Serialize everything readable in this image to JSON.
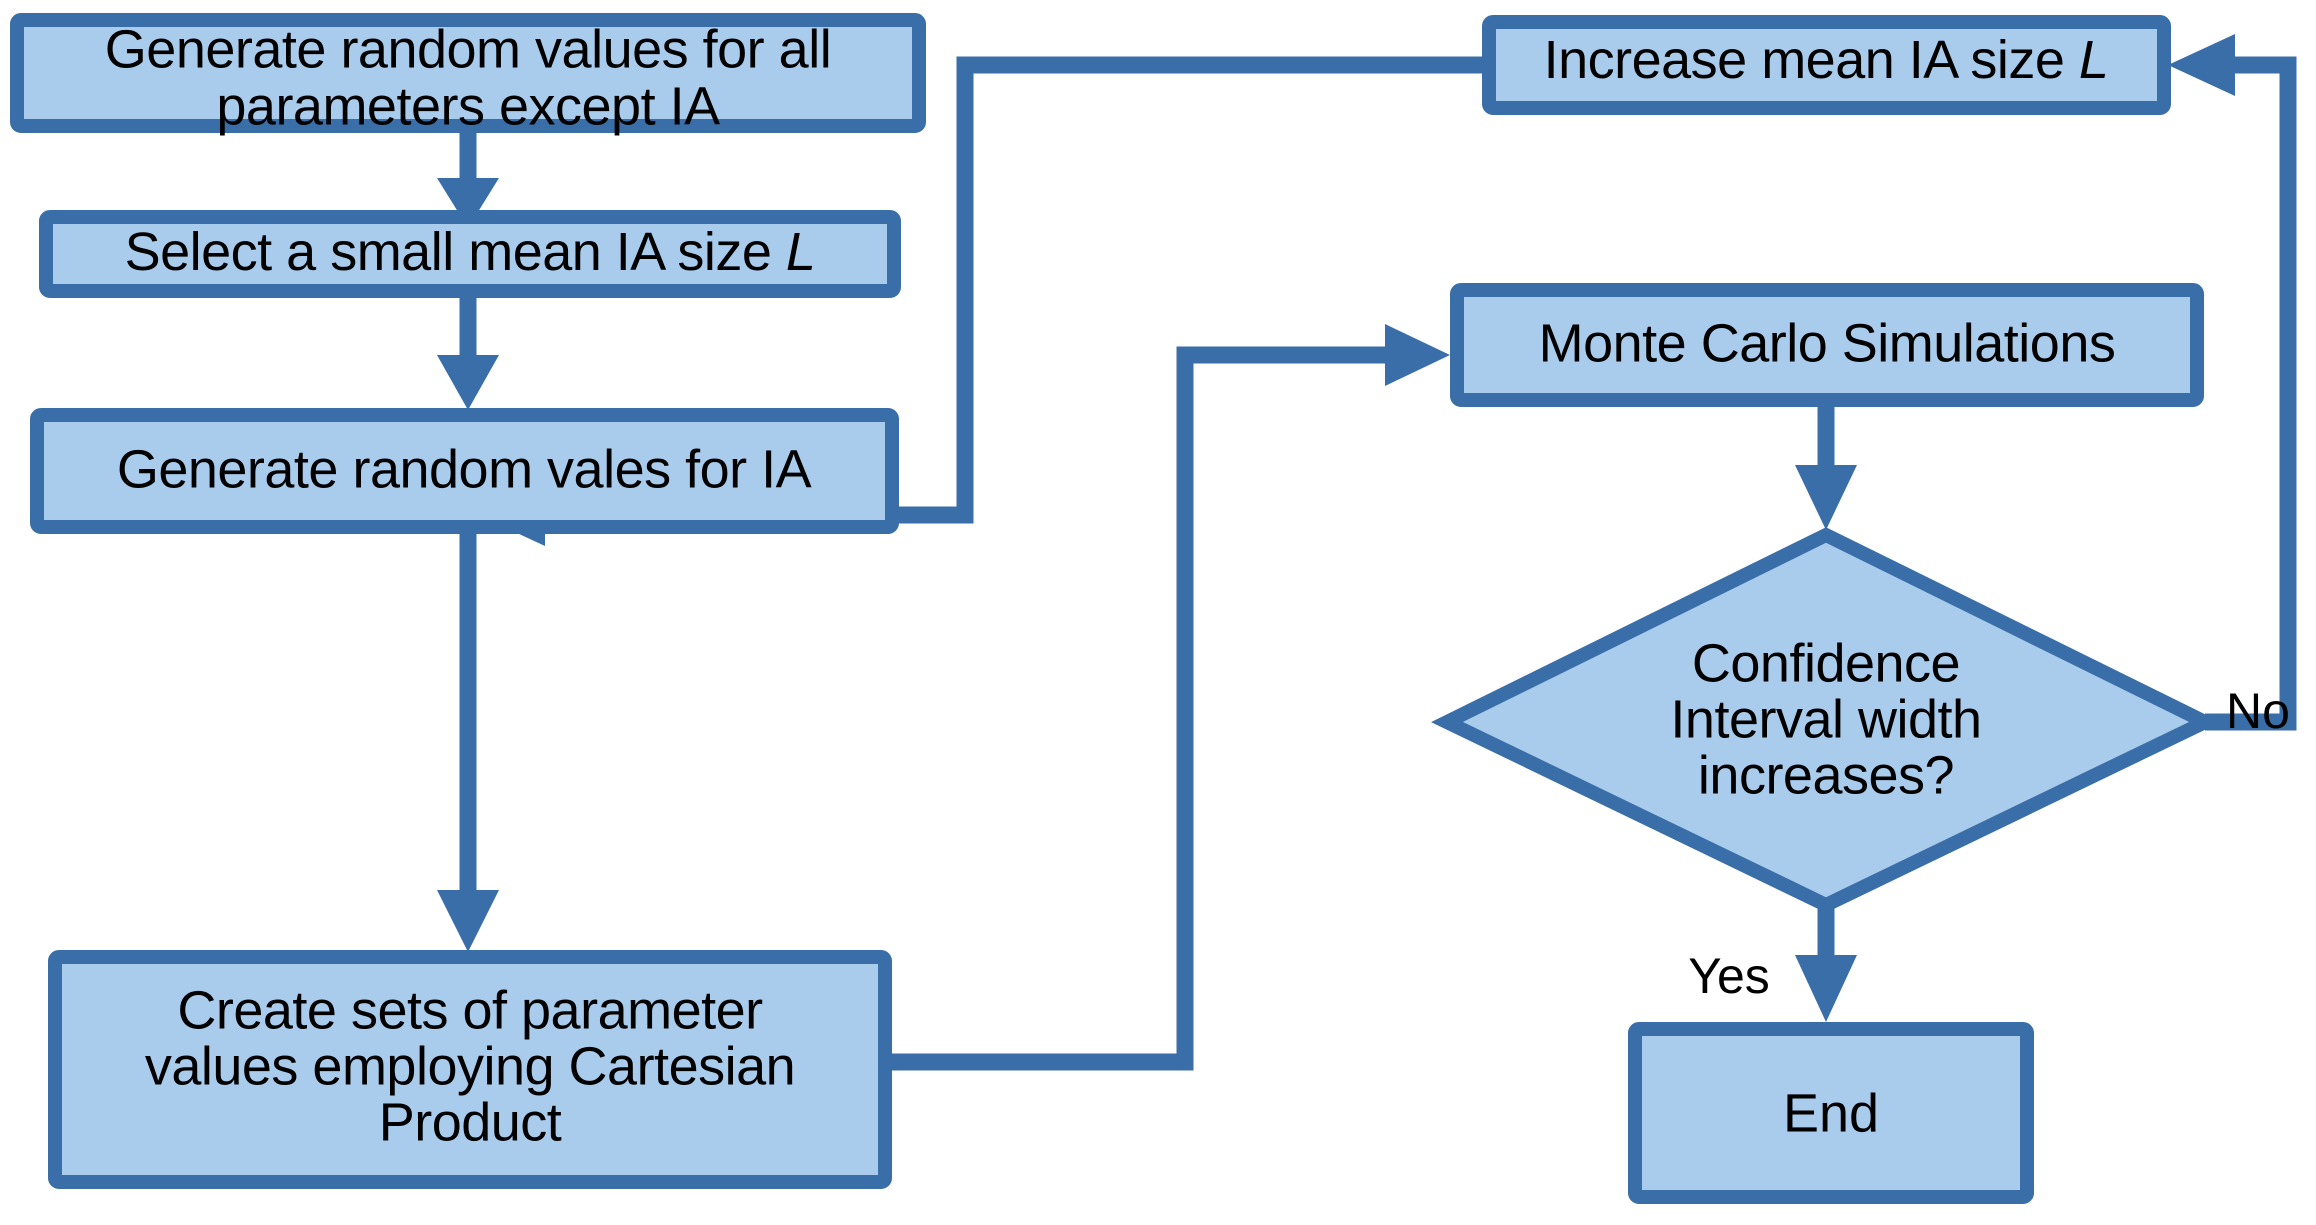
{
  "diagram": {
    "title": "Monte Carlo IA size sensitivity flowchart",
    "colors": {
      "node_fill": "#a9cced",
      "node_border": "#3a6ea8",
      "connector": "#3a6ea8",
      "text": "#000000",
      "background": "#ffffff"
    },
    "nodes": [
      {
        "id": "generate-params",
        "shape": "process",
        "lines": [
          "Generate random values for all",
          "parameters except IA"
        ]
      },
      {
        "id": "select-ia-size",
        "shape": "process",
        "lines": [
          "Select a small mean IA size "
        ],
        "italic_suffix": "L"
      },
      {
        "id": "generate-ia",
        "shape": "process",
        "lines": [
          "Generate random vales for IA"
        ]
      },
      {
        "id": "cartesian-product",
        "shape": "process",
        "lines": [
          "Create sets of parameter",
          "values employing Cartesian",
          "Product"
        ]
      },
      {
        "id": "increase-ia-size",
        "shape": "process",
        "lines": [
          "Increase mean IA size "
        ],
        "italic_suffix": "L"
      },
      {
        "id": "monte-carlo",
        "shape": "process",
        "lines": [
          "Monte Carlo Simulations"
        ]
      },
      {
        "id": "decision-ci-width",
        "shape": "decision",
        "lines": [
          "Confidence",
          "Interval width",
          "increases?"
        ]
      },
      {
        "id": "end",
        "shape": "terminator",
        "lines": [
          "End"
        ]
      }
    ],
    "edge_labels": {
      "no": "No",
      "yes": "Yes"
    }
  }
}
